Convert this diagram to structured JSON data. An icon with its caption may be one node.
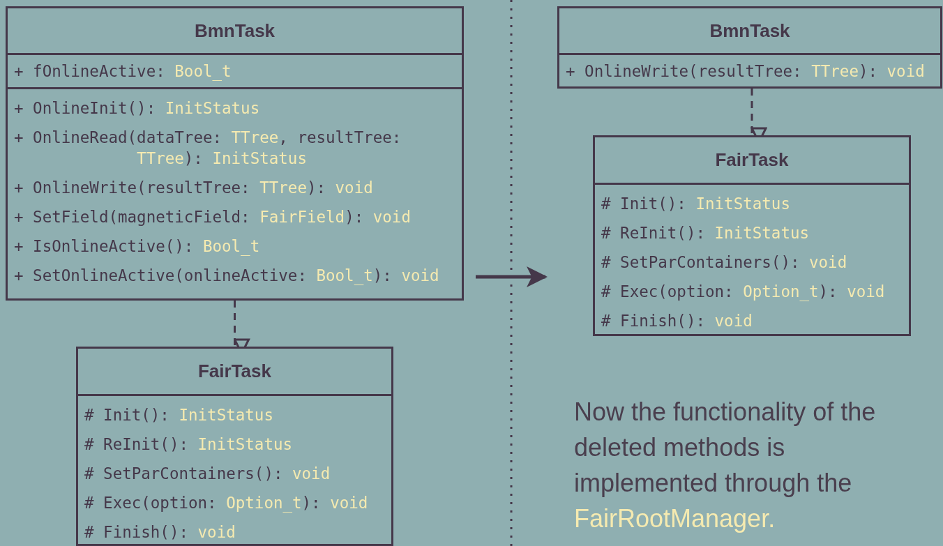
{
  "diagram": {
    "nodes": [
      {
        "text": [
          "BmnTask"
        ]
      },
      {
        "text": [
          "+ fOnlineActive: Bool_t"
        ],
        "in": 0
      },
      {
        "text": [
          "+ OnlineInit(): InitStatus",
          "+ OnlineRead(dataTree: TTree, resultTree: TTree): InitStatus",
          "+ OnlineWrite(resultTree: TTree): void",
          "+ SetField(magneticField: FairField): void",
          "+ IsOnlineActive(): Bool_t",
          "+ SetOnlineActive(onlineActive: Bool_t): void"
        ],
        "in": 0
      },
      {
        "text": [
          "FairTask"
        ]
      },
      {
        "text": [
          "# Init(): InitStatus",
          "# ReInit(): InitStatus",
          "# SetParContainers(): void",
          "# Exec(option: Option_t): void",
          "# Finish(): void"
        ],
        "in": 3
      },
      {
        "text": [
          "BmnTask"
        ]
      },
      {
        "text": [
          "+ OnlineWrite(resultTree: TTree): void"
        ],
        "in": 5
      },
      {
        "text": [
          "FairTask"
        ]
      },
      {
        "text": [
          "# Init(): InitStatus",
          "# ReInit(): InitStatus",
          "# SetParContainers(): void",
          "# Exec(option: Option_t): void",
          "# Finish(): void"
        ],
        "in": 7
      }
    ],
    "edges": [
      {
        "from": 0,
        "to": 3,
        "arrow": "to",
        "style": "dashed"
      },
      {
        "from": 5,
        "to": 7,
        "arrow": "to",
        "style": "dashed"
      }
    ],
    "labels": [
      "Now the functionality of the deleted methods is implemented through the",
      "FairRootManager."
    ]
  }
}
